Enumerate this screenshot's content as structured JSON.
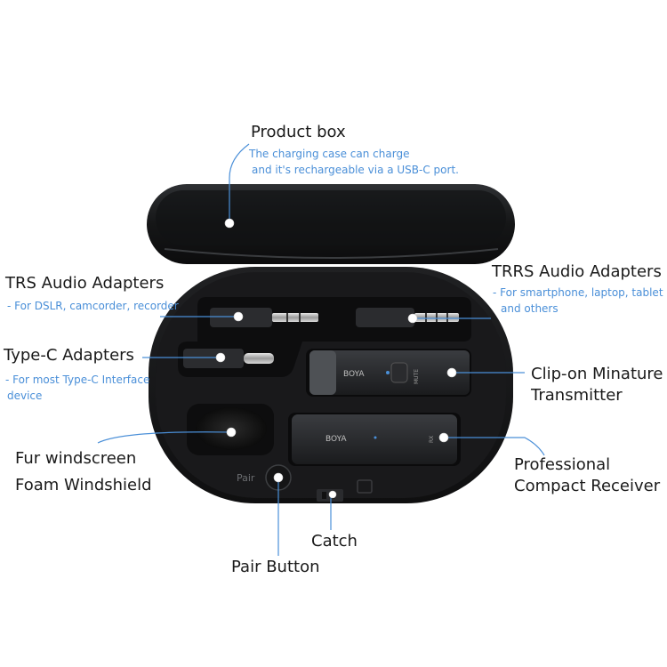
{
  "labels": {
    "product_box": "Product box",
    "product_box_desc_1": "The charging case can charge",
    "product_box_desc_2": "and it's rechargeable via a USB-C port.",
    "trs": "TRS Audio Adapters",
    "trs_desc": "- For DSLR, camcorder, recorder",
    "trrs": "TRRS Audio Adapters",
    "trrs_desc_1": "- For smartphone, laptop, tablet",
    "trrs_desc_2": "and others",
    "typec": "Type-C Adapters",
    "typec_desc_1": "- For most Type-C Interface",
    "typec_desc_2": "device",
    "clip_on_1": "Clip-on Minature",
    "clip_on_2": "Transmitter",
    "fur": "Fur windscreen",
    "foam": "Foam Windshield",
    "receiver_1": "Professional",
    "receiver_2": "Compact Receiver",
    "catch": "Catch",
    "pair_button": "Pair Button"
  },
  "device_text": {
    "brand": "BOYA",
    "pair": "Pair",
    "mute": "MUTE",
    "rx": "RX"
  },
  "colors": {
    "accent": "#4a8fd8",
    "case": "#1c1d1f",
    "text": "#1a1a1a"
  }
}
